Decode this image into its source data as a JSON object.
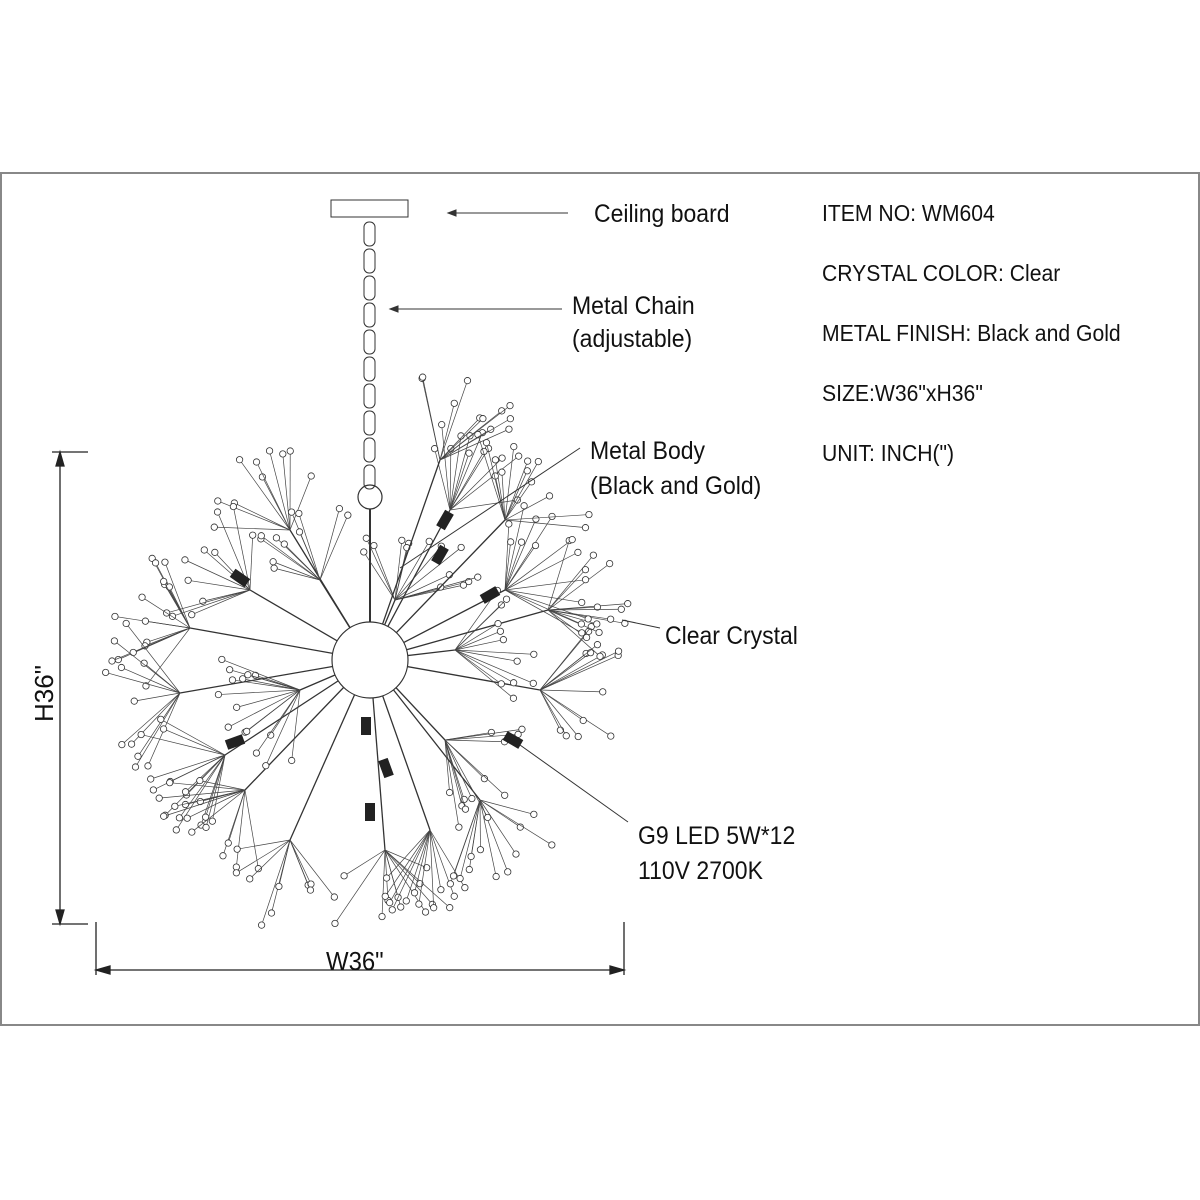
{
  "labels": {
    "ceiling_board": "Ceiling board",
    "metal_chain": "Metal Chain",
    "metal_chain_note": "(adjustable)",
    "metal_body": "Metal Body",
    "metal_body_note": "(Black and Gold)",
    "clear_crystal": "Clear Crystal",
    "bulb_line1": "G9 LED 5W*12",
    "bulb_line2": "110V 2700K"
  },
  "specs": {
    "item_no": "ITEM NO: WM604",
    "crystal_color": "CRYSTAL COLOR: Clear",
    "metal_finish": "METAL FINISH: Black and Gold",
    "size": "SIZE:W36\"xH36\"",
    "unit": "UNIT:  INCH(\")"
  },
  "dimensions": {
    "height": "H36\"",
    "width": "W36\""
  },
  "colors": {
    "line": "#222222",
    "frame": "#888888"
  }
}
